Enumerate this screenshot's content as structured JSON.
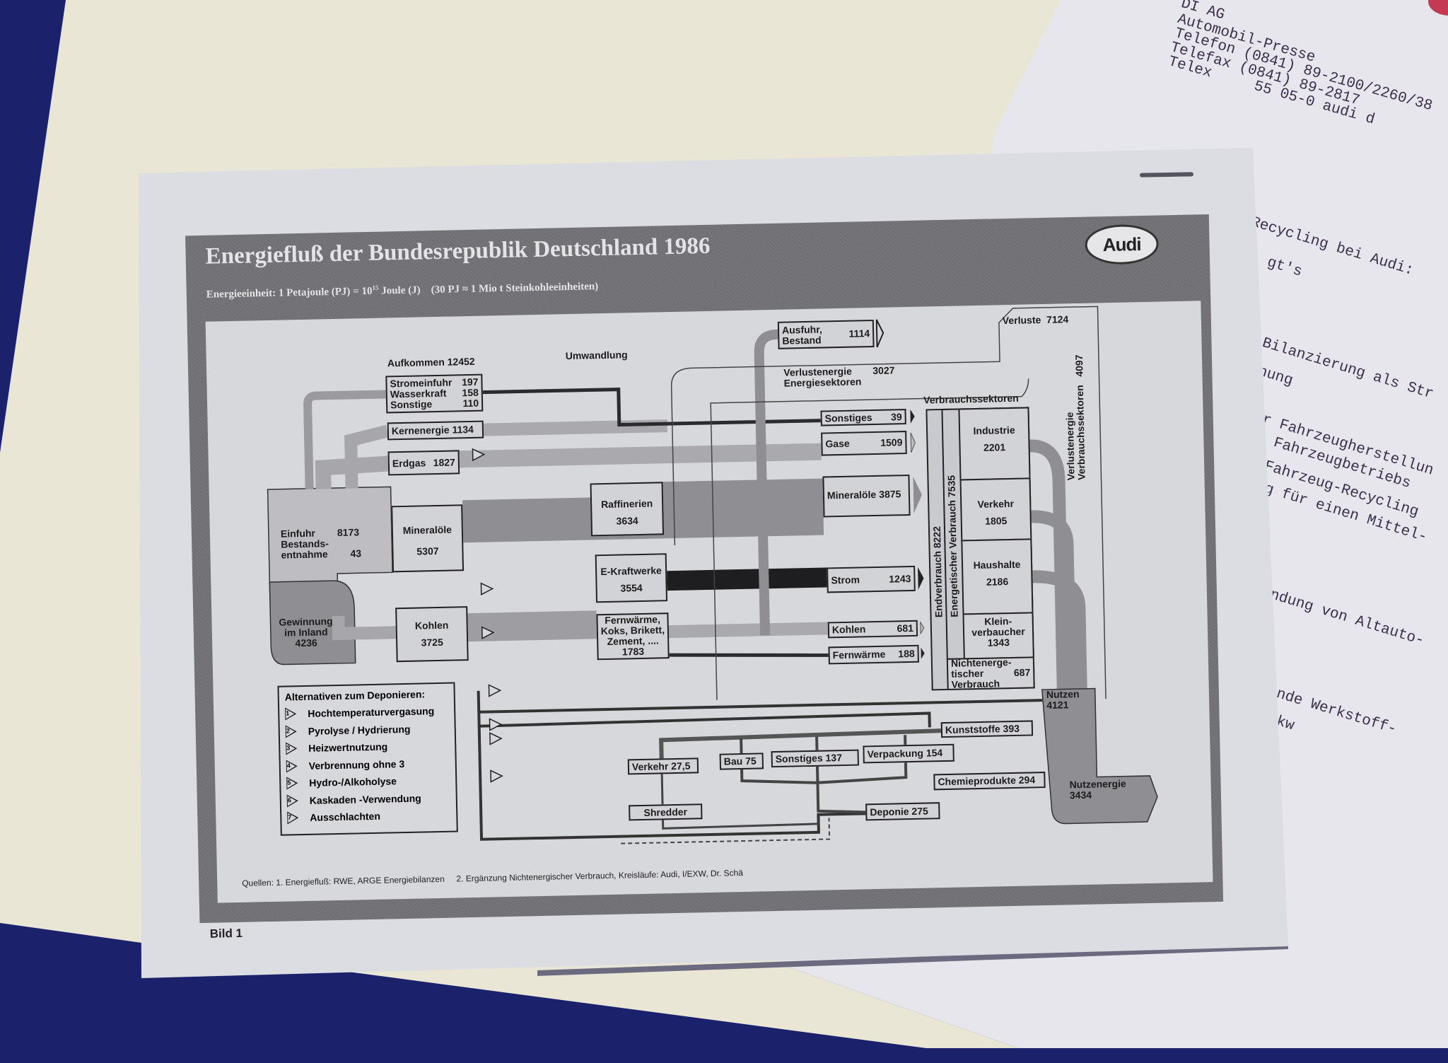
{
  "letter": {
    "header_lines": [
      "DI AG",
      "Automobil-Presse",
      "Telefon (0841) 89-2100/2260/38",
      "Telefax (0841) 89-2817",
      "Telex     55 05-0 audi d"
    ],
    "body_lines": [
      "Recycling bei Audi:",
      "gt's",
      "Bilanzierung als Str",
      "nung",
      "r Fahrzeugherstellun",
      "Fahrzeugbetriebs",
      "Fahrzeug-Recycling",
      "g für einen Mittel-",
      "ndung von Altauto-",
      "nde Werkstoff-",
      "kw"
    ]
  },
  "booklet": {
    "title": "Energiefluß der Bundesrepublik Deutschland 1986",
    "subtitle_a": "Energieeinheit: 1 Petajoule (PJ) = 10",
    "subtitle_exp": "15",
    "subtitle_b": " Joule (J)    (30 PJ ≈ 1 Mio t Steinkohleeinheiten)",
    "logo": "Audi",
    "sources": "Quellen: 1. Energiefluß: RWE, ARGE Energiebilanzen     2. Ergänzung Nichtenergischer Verbrauch, Kreisläufe: Audi, I/EXW, Dr. Schä",
    "figure_label": "Bild 1"
  },
  "diagram": {
    "aufkommen": "Aufkommen 12452",
    "umwandlung": "Umwandlung",
    "strom_in": [
      {
        "k": "Stromeinfuhr",
        "v": "197"
      },
      {
        "k": "Wasserkraft",
        "v": "158"
      },
      {
        "k": "Sonstige",
        "v": "110"
      }
    ],
    "kernenergie": "Kernenergie 1134",
    "erdgas": {
      "k": "Erdgas",
      "v": "1827"
    },
    "einfuhr": {
      "k": "Einfuhr",
      "v": "8173"
    },
    "bestand": {
      "k": "Bestands-\nentnahme",
      "v": "43"
    },
    "gewinnung": "Gewinnung\nim Inland\n4236",
    "mineraloele_in": {
      "k": "Mineralöle",
      "v": "5307"
    },
    "kohlen_in": {
      "k": "Kohlen",
      "v": "3725"
    },
    "raffinerien": {
      "k": "Raffinerien",
      "v": "3634"
    },
    "kraftwerke": {
      "k": "E-Kraftwerke",
      "v": "3554"
    },
    "fernwaerme_koks": "Fernwärme,\nKoks, Brikett,\nZement, ....\n1783",
    "ausfuhr": {
      "k": "Ausfuhr,\nBestand",
      "v": "1114"
    },
    "verluste": "Verluste  7124",
    "verlust_energiesektoren": {
      "k": "Verlustenergie\nEnergiesektoren",
      "v": "3027"
    },
    "outputs": [
      {
        "k": "Sonstiges",
        "v": "39"
      },
      {
        "k": "Gase",
        "v": "1509"
      },
      {
        "k": "Mineralöle",
        "v": "3875"
      },
      {
        "k": "Strom",
        "v": "1243"
      },
      {
        "k": "Kohlen",
        "v": "681"
      },
      {
        "k": "Fernwärme",
        "v": "188"
      }
    ],
    "verbrauchssektoren": "Verbrauchssektoren",
    "endverbrauch": "Endverbrauch  8222",
    "energetisch": "Energetischer Verbrauch  7535",
    "sectors": [
      {
        "k": "Industrie",
        "v": "2201"
      },
      {
        "k": "Verkehr",
        "v": "1805"
      },
      {
        "k": "Haushalte",
        "v": "2186"
      },
      {
        "k": "Klein-\nverbaucher",
        "v": "1343"
      }
    ],
    "nichtenergetisch": {
      "k": "Nichtenerge-\ntischer\nVerbrauch",
      "v": "687"
    },
    "verlust_verbrauch": "Verlustenergie\nVerbrauchssektoren   4097",
    "nutzen": "Nutzen\n4121",
    "nutzenergie": "Nutzenergie\n3434",
    "kunststoffe": "Kunststoffe  393",
    "chemieprodukte": "Chemieprodukte 294",
    "verkehr_k": "Verkehr 27,5",
    "bau": "Bau 75",
    "sonstiges_k": "Sonstiges  137",
    "verpackung": "Verpackung 154",
    "shredder": "Shredder",
    "deponie": "Deponie 275"
  },
  "legend": {
    "title": "Alternativen zum Deponieren:",
    "items": [
      {
        "num": "1",
        "label": "Hochtemperaturvergasung"
      },
      {
        "num": "2",
        "label": "Pyrolyse / Hydrierung"
      },
      {
        "num": "3",
        "label": "Heizwertnutzung"
      },
      {
        "num": "4",
        "label": "Verbrennung ohne  3"
      },
      {
        "num": "5",
        "label": "Hydro-/Alkoholyse"
      },
      {
        "num": "6",
        "label": "Kaskaden -Verwendung"
      },
      {
        "num": "7",
        "label": "Ausschlachten"
      }
    ]
  }
}
